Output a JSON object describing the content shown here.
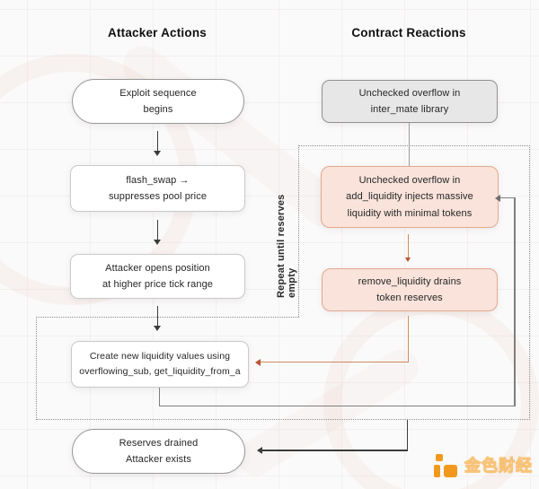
{
  "columns": {
    "left": "Attacker Actions",
    "right": "Contract Reactions"
  },
  "loop_label": "Repeat until reserves empty",
  "nodes": {
    "exploit_begin": {
      "text": "Exploit sequence\nbegins"
    },
    "flash_swap": {
      "text": "flash_swap →\nsuppresses pool price"
    },
    "open_position": {
      "text": "Attacker opens position\nat higher price tick range"
    },
    "create_liquidity": {
      "text": "Create new liquidity values using\noverflowing_sub, get_liquidity_from_a"
    },
    "reserves_drained": {
      "text": "Reserves drained\nAttacker exists"
    },
    "overflow_library": {
      "text": "Unchecked overflow in\ninter_mate library"
    },
    "overflow_add_liquidity": {
      "text": "Unchecked overflow in\nadd_liquidity injects massive\nliquidity with minimal tokens"
    },
    "remove_liquidity": {
      "text": "remove_liquidity drains\ntoken reserves"
    }
  },
  "colors": {
    "pink_fill": "#f9e3da",
    "pink_border": "#e3a88f",
    "gray_fill": "#e7e7e7",
    "orange_connector": "#d08a5e",
    "orange_arrowhead": "#b85430",
    "dark_connector": "#3c3c3c",
    "brand_orange": "#f2991d"
  },
  "watermark": {
    "brand_text": "金色财经"
  }
}
